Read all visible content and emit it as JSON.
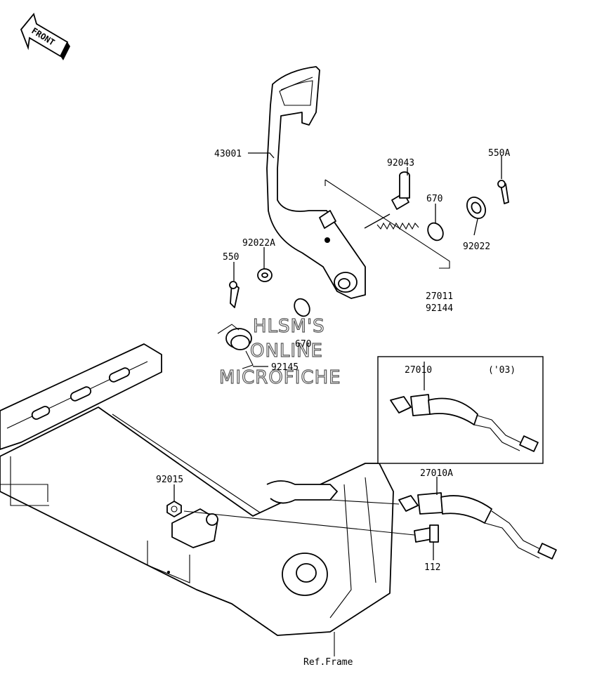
{
  "front_label": "FRONT",
  "watermark": {
    "line1": "HLSM'S",
    "line2": "ONLINE",
    "line3": "MICROFICHE"
  },
  "inset_year": "('03)",
  "ref_frame": "Ref.Frame",
  "callouts": {
    "p43001": "43001",
    "p92043": "92043",
    "p550A": "550A",
    "p670a": "670",
    "p92022": "92022",
    "p92022A": "92022A",
    "p550": "550",
    "p27011": "27011",
    "p92144": "92144",
    "p670b": "670",
    "p92145": "92145",
    "p27010": "27010",
    "p27010A": "27010A",
    "p92015": "92015",
    "p112": "112"
  }
}
